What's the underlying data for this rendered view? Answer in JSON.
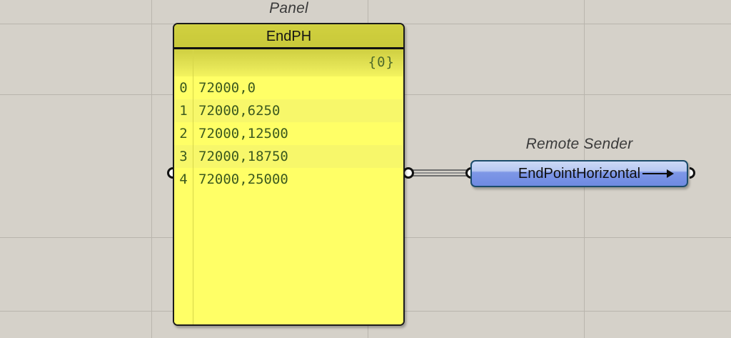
{
  "canvas": {
    "background_color": "#d5d1c9",
    "grid_color": "#b9b5ad",
    "grid_vertical_x": [
      212,
      515,
      818
    ],
    "grid_horizontal_y": [
      33,
      132,
      332,
      435
    ]
  },
  "panel": {
    "caption": "Panel",
    "header_title": "EndPH",
    "header_color": "#cccc3d",
    "body_color": "#ffff66",
    "path_label": "{0}",
    "rows": [
      {
        "index": "0",
        "value": "72000,0"
      },
      {
        "index": "1",
        "value": "72000,6250"
      },
      {
        "index": "2",
        "value": "72000,12500"
      },
      {
        "index": "3",
        "value": "72000,18750"
      },
      {
        "index": "4",
        "value": "72000,25000"
      }
    ],
    "input_port": "panel-input-port"
  },
  "remote_sender": {
    "caption": "Remote Sender",
    "label": "EndPointHorizontal",
    "arrow_icon": "arrow-right-icon",
    "accent_color": "#6f8ae2",
    "border_color": "#1c4c6b",
    "input_port": "sender-input-port",
    "output_port": "sender-output-port"
  },
  "wire": {
    "name": "connection-wire",
    "color": "#6f6f6f"
  }
}
